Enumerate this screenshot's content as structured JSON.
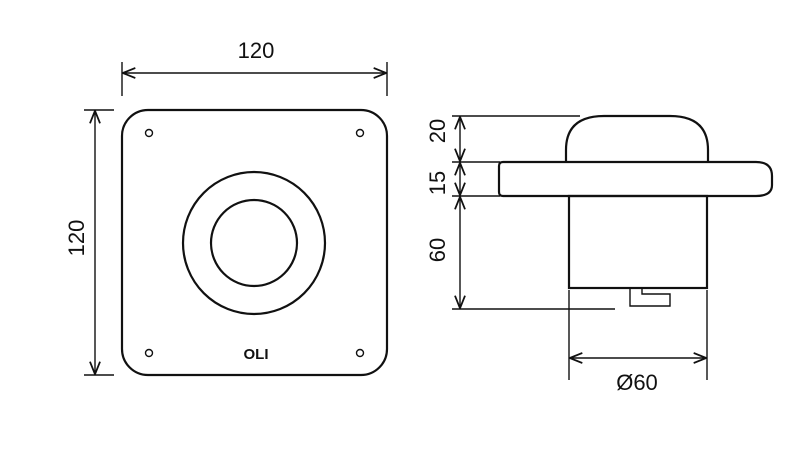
{
  "front_view": {
    "width_label": "120",
    "height_label": "120",
    "logo": "OLI"
  },
  "side_view": {
    "dims": {
      "top_cap": "20",
      "flange": "15",
      "body": "60",
      "diameter": "Ø60"
    }
  },
  "colors": {
    "line": "#111111",
    "background": "#ffffff"
  }
}
